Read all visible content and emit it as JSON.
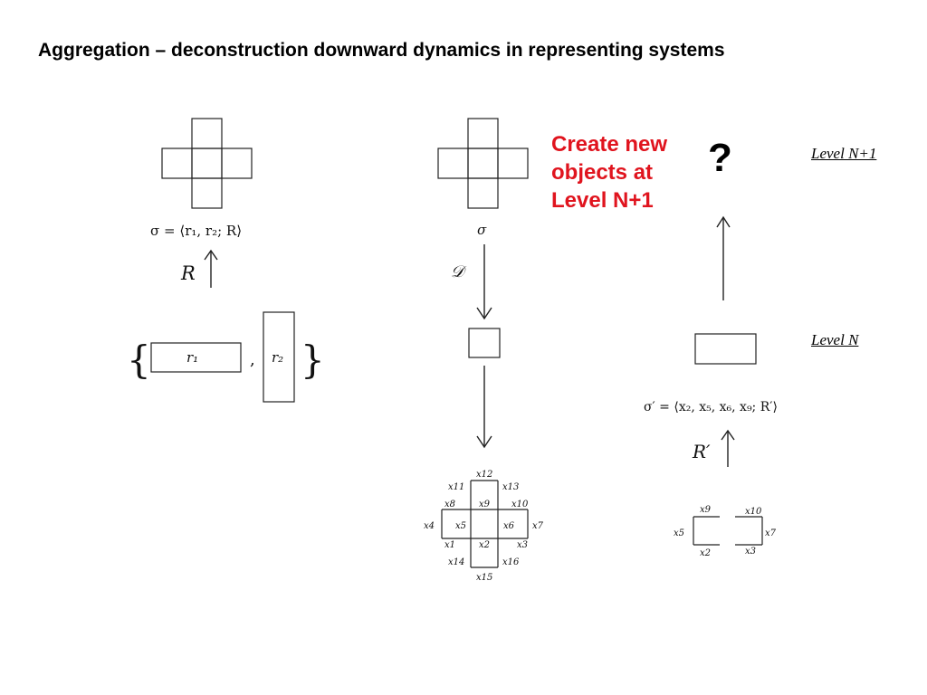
{
  "slide": {
    "title": "Aggregation – deconstruction downward dynamics in representing systems",
    "note": "Create new objects at Level N+1",
    "question_mark": "?",
    "level_top": "Level N+1",
    "level_bottom": "Level N"
  },
  "left": {
    "sigma_eq": "σ = ⟨r₁, r₂; R⟩",
    "relation": "R",
    "set_open": "{",
    "set_close": "}",
    "comma": ",",
    "r1": "r₁",
    "r2": "r₂"
  },
  "middle": {
    "sigma": "σ",
    "decon": "𝒟",
    "grid_labels": [
      "x12",
      "x11",
      "x13",
      "x8",
      "x9",
      "x10",
      "x4",
      "x5",
      "x6",
      "x7",
      "x1",
      "x2",
      "x3",
      "x14",
      "x16",
      "x15"
    ]
  },
  "right": {
    "sigma_prime_eq": "σ′ = ⟨x₂, x₅, x₆, x₉; R′⟩",
    "relation": "R′",
    "small_labels": [
      "x9",
      "x10",
      "x5",
      "x7",
      "x2",
      "x3"
    ]
  }
}
